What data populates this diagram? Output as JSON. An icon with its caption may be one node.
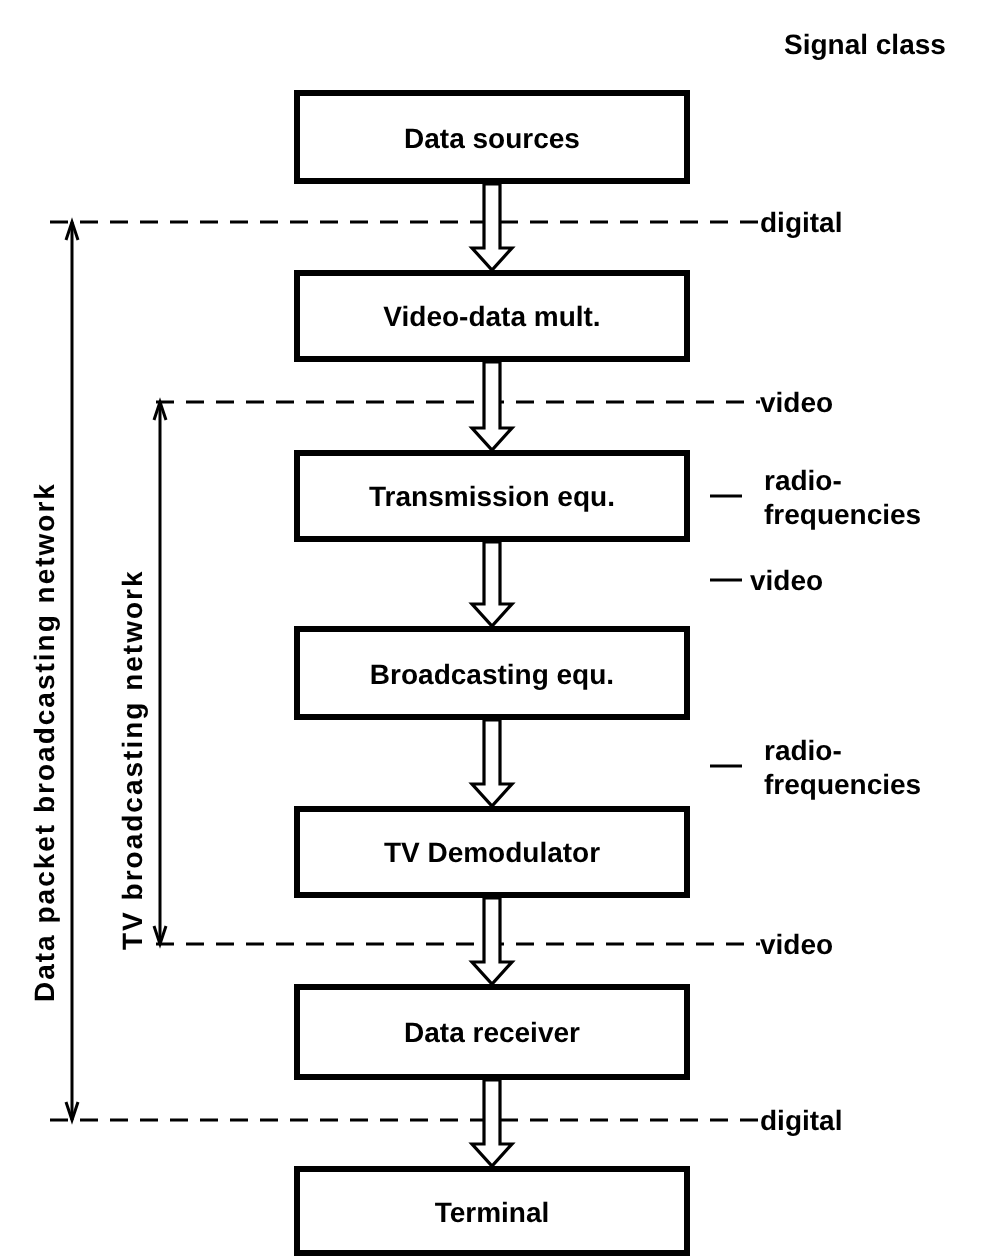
{
  "diagram": {
    "nodes": [
      {
        "text": [
          "Data sources"
        ]
      },
      {
        "text": [
          "Video-data mult."
        ]
      },
      {
        "text": [
          "Transmission equ."
        ]
      },
      {
        "text": [
          "Broadcasting equ."
        ]
      },
      {
        "text": [
          "TV Demodulator"
        ]
      },
      {
        "text": [
          "Data receiver"
        ]
      },
      {
        "text": [
          "Terminal"
        ]
      }
    ],
    "edges": [
      {
        "from": 0,
        "to": 1,
        "arrow": "to"
      },
      {
        "from": 1,
        "to": 2,
        "arrow": "to"
      },
      {
        "from": 2,
        "to": 3,
        "arrow": "to"
      },
      {
        "from": 3,
        "to": 4,
        "arrow": "to"
      },
      {
        "from": 4,
        "to": 5,
        "arrow": "to"
      },
      {
        "from": 5,
        "to": 6,
        "arrow": "to"
      }
    ],
    "labels": [
      "Signal class",
      "digital",
      "video",
      "radio-frequencies",
      "video",
      "radio-frequencies",
      "video",
      "digital",
      "Data packet broadcasting network",
      "TV broadcasting network"
    ]
  }
}
